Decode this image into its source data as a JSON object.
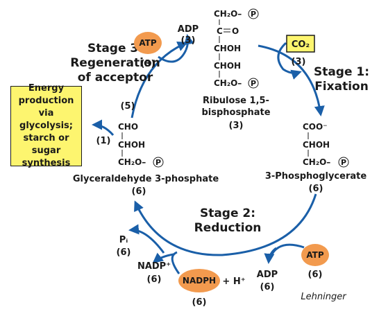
{
  "colors": {
    "arrow": "#1a5fa8",
    "badge": "#f29a4e",
    "highlight_box": "#fdf56f",
    "text": "#1a1a1a"
  },
  "stage1": {
    "title_line1": "Stage 1:",
    "title_line2": "Fixation"
  },
  "stage2": {
    "title_line1": "Stage 2:",
    "title_line2": "Reduction"
  },
  "stage3": {
    "title_line1": "Stage 3:",
    "title_line2": "Regeneration",
    "title_line3": "of acceptor"
  },
  "energy_box": {
    "line1": "Energy",
    "line2": "production",
    "line3": "via glycolysis;",
    "line4": "starch or",
    "line5": "sugar",
    "line6": "synthesis"
  },
  "ribulose": {
    "l1": "CH₂O–",
    "l2": "C",
    "l2b": "O",
    "l3": "CHOH",
    "l4": "CHOH",
    "l5": "CH₂O–",
    "name1": "Ribulose 1,5-",
    "name2": "bisphosphate",
    "count": "(3)"
  },
  "phosphoglycerate": {
    "l1": "COO⁻",
    "l2": "CHOH",
    "l3": "CH₂O–",
    "name": "3-Phosphoglycerate",
    "count": "(6)"
  },
  "glyceraldehyde": {
    "l1": "CHO",
    "l2": "CHOH",
    "l3": "CH₂O–",
    "name": "Glyceraldehyde 3-phosphate",
    "count": "(6)"
  },
  "phosphate_symbol": "P",
  "top": {
    "adp": "ADP",
    "adp_count": "(3)",
    "atp": "ATP",
    "atp_count": "(3)",
    "co2": "CO₂",
    "co2_count": "(3)",
    "five_count": "(5)",
    "one_count": "(1)"
  },
  "bottom": {
    "atp": "ATP",
    "atp_count": "(6)",
    "adp": "ADP",
    "adp_count": "(6)",
    "nadph": "NADPH",
    "nadph_count": "(6)",
    "plus_h": "+ H⁺",
    "nadp": "NADP⁺",
    "nadp_count": "(6)",
    "pi": "Pᵢ",
    "pi_count": "(6)"
  },
  "credit": "Lehninger"
}
